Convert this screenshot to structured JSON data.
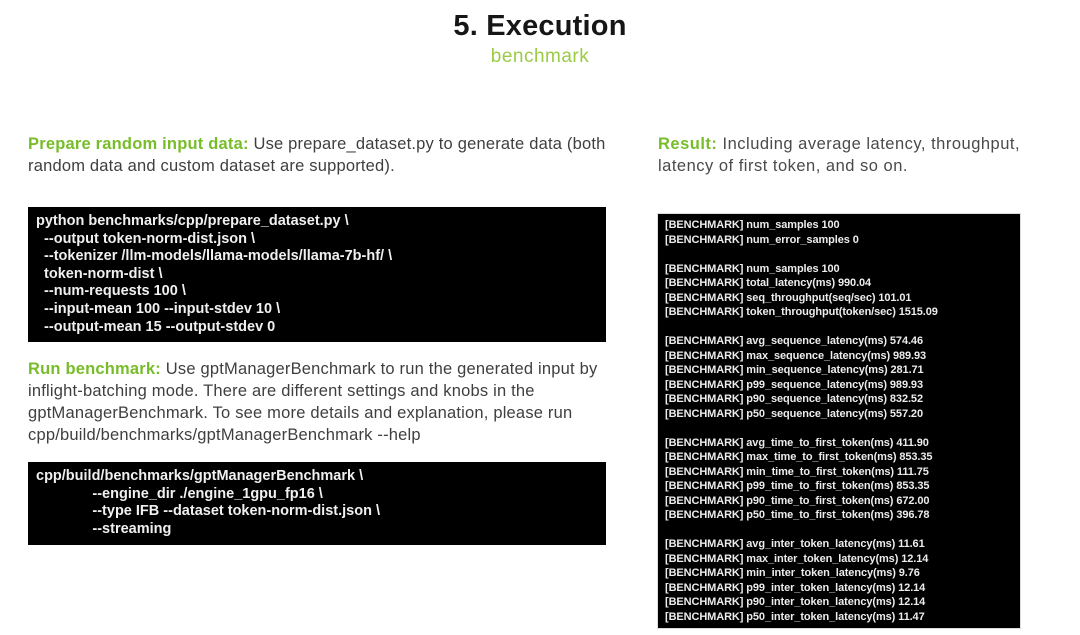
{
  "colors": {
    "heading_green": "#77bd2a",
    "subtitle_green": "#9bcb45",
    "code_background": "#000000",
    "code_text": "#f0f0f0",
    "body_text": "#3f3f3f",
    "title_text": "#161616"
  },
  "header": {
    "title": "5. Execution",
    "subtitle": "benchmark"
  },
  "left_column": {
    "prepare_label": "Prepare random input data:",
    "prepare_text": "Use prepare_dataset.py to generate data (both random data and custom dataset are supported).",
    "prepare_code_lines": [
      "python benchmarks/cpp/prepare_dataset.py \\",
      "  --output token-norm-dist.json \\",
      "  --tokenizer /llm-models/llama-models/llama-7b-hf/ \\",
      "  token-norm-dist \\",
      "  --num-requests 100 \\",
      "  --input-mean 100 --input-stdev 10 \\",
      "  --output-mean 15 --output-stdev 0"
    ],
    "run_label": "Run benchmark:",
    "run_text": "Use gptManagerBenchmark to run the generated input by inflight-batching mode. There are different settings and knobs in the gptManagerBenchmark. To see more details and explanation, please run   cpp/build/benchmarks/gptManagerBenchmark --help",
    "run_code_lines": [
      "cpp/build/benchmarks/gptManagerBenchmark \\",
      "              --engine_dir ./engine_1gpu_fp16 \\",
      "              --type IFB --dataset token-norm-dist.json \\",
      "              --streaming"
    ]
  },
  "right_column": {
    "result_label": "Result:",
    "result_text": "Including average latency, throughput, latency of first token, and so on.",
    "terminal_lines": [
      "[BENCHMARK] num_samples 100",
      "[BENCHMARK] num_error_samples 0",
      "",
      "[BENCHMARK] num_samples 100",
      "[BENCHMARK] total_latency(ms) 990.04",
      "[BENCHMARK] seq_throughput(seq/sec) 101.01",
      "[BENCHMARK] token_throughput(token/sec) 1515.09",
      "",
      "[BENCHMARK] avg_sequence_latency(ms) 574.46",
      "[BENCHMARK] max_sequence_latency(ms) 989.93",
      "[BENCHMARK] min_sequence_latency(ms) 281.71",
      "[BENCHMARK] p99_sequence_latency(ms) 989.93",
      "[BENCHMARK] p90_sequence_latency(ms) 832.52",
      "[BENCHMARK] p50_sequence_latency(ms) 557.20",
      "",
      "[BENCHMARK] avg_time_to_first_token(ms) 411.90",
      "[BENCHMARK] max_time_to_first_token(ms) 853.35",
      "[BENCHMARK] min_time_to_first_token(ms) 111.75",
      "[BENCHMARK] p99_time_to_first_token(ms) 853.35",
      "[BENCHMARK] p90_time_to_first_token(ms) 672.00",
      "[BENCHMARK] p50_time_to_first_token(ms) 396.78",
      "",
      "[BENCHMARK] avg_inter_token_latency(ms) 11.61",
      "[BENCHMARK] max_inter_token_latency(ms) 12.14",
      "[BENCHMARK] min_inter_token_latency(ms) 9.76",
      "[BENCHMARK] p99_inter_token_latency(ms) 12.14",
      "[BENCHMARK] p90_inter_token_latency(ms) 12.14",
      "[BENCHMARK] p50_inter_token_latency(ms) 11.47"
    ]
  }
}
